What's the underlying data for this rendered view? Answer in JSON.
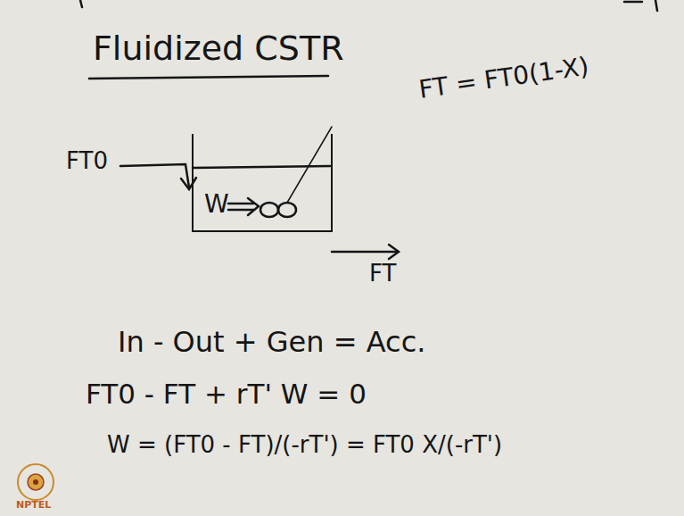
{
  "diagram": {
    "title": "Fluidized CSTR",
    "nodes": [
      {
        "text": [
          "W"
        ]
      }
    ],
    "labels": [
      "FT0",
      "FT",
      "FT = FT0(1-X)",
      "In - Out + Gen = Acc.",
      "FT0 - FT + rT' W = 0",
      "W = (FT0 - FT)/(-rT') = FT0 X/(-rT')",
      "NPTEL"
    ]
  }
}
